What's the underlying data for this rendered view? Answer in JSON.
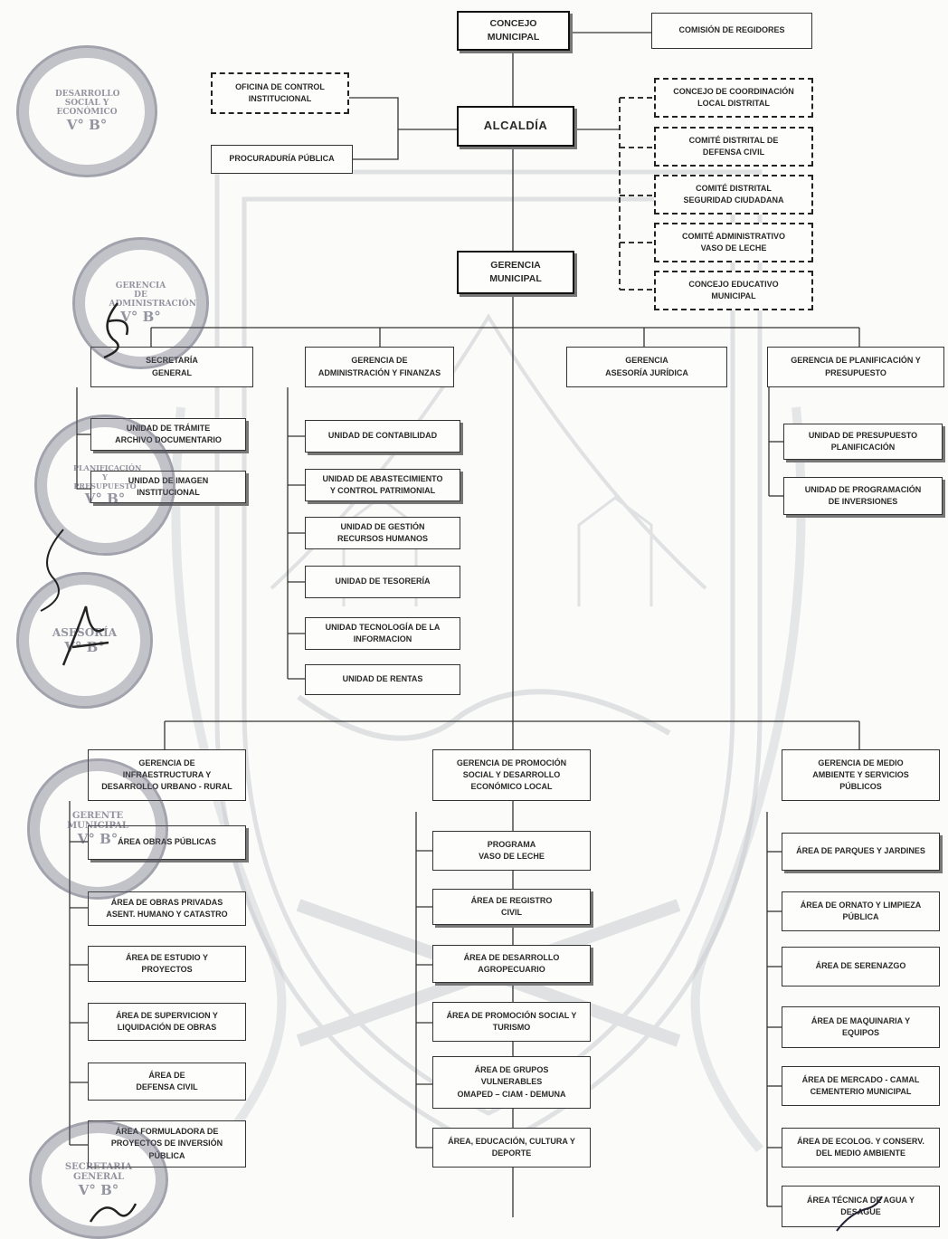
{
  "org": {
    "concejo": "CONCEJO\nMUNICIPAL",
    "comision": "COMISIÓN DE REGIDORES",
    "oficina_control": "OFICINA DE CONTROL\nINSTITUCIONAL",
    "procuraduria": "PROCURADURÍA PÚBLICA",
    "alcaldia": "ALCALDÍA",
    "gerencia_municipal": "GERENCIA\nMUNICIPAL",
    "right_committees": [
      "CONCEJO DE COORDINACIÓN\nLOCAL DISTRITAL",
      "COMITÉ DISTRITAL DE\nDEFENSA CIVIL",
      "COMITÉ DISTRITAL\nSEGURIDAD CIUDADANA",
      "COMITÉ ADMINISTRATIVO\nVASO DE LECHE",
      "CONCEJO EDUCATIVO\nMUNICIPAL"
    ],
    "secretaria": {
      "title": "SECRETARÍA\nGENERAL",
      "units": [
        "UNIDAD DE TRÁMITE\nARCHIVO DOCUMENTARIO",
        "UNIDAD DE IMAGEN\nINSTITUCIONAL"
      ]
    },
    "administracion": {
      "title": "GERENCIA DE\nADMINISTRACIÓN Y FINANZAS",
      "units": [
        "UNIDAD DE CONTABILIDAD",
        "UNIDAD DE ABASTECIMIENTO\nY CONTROL PATRIMONIAL",
        "UNIDAD DE GESTIÓN\nRECURSOS HUMANOS",
        "UNIDAD DE TESORERÍA",
        "UNIDAD TECNOLOGÍA DE LA\nINFORMACION",
        "UNIDAD DE RENTAS"
      ]
    },
    "asesoria": {
      "title": "GERENCIA\nASESORÍA JURÍDICA"
    },
    "planificacion": {
      "title": "GERENCIA DE PLANIFICACIÓN Y\nPRESUPUESTO",
      "units": [
        "UNIDAD DE PRESUPUESTO\nPLANIFICACIÓN",
        "UNIDAD DE PROGRAMACIÓN\nDE INVERSIONES"
      ]
    },
    "infraestructura": {
      "title": "GERENCIA DE\nINFRAESTRUCTURA Y\nDESARROLLO URBANO - RURAL",
      "units": [
        "ÁREA OBRAS PÚBLICAS",
        "ÁREA DE OBRAS PRIVADAS\nASENT. HUMANO Y CATASTRO",
        "ÁREA DE ESTUDIO Y\nPROYECTOS",
        "ÁREA DE SUPERVICION Y\nLIQUIDACIÓN DE OBRAS",
        "ÁREA DE\nDEFENSA CIVIL",
        "ÁREA FORMULADORA DE\nPROYECTOS DE INVERSIÓN\nPÚBLICA"
      ]
    },
    "promocion": {
      "title": "GERENCIA DE PROMOCIÓN\nSOCIAL Y DESARROLLO\nECONÓMICO LOCAL",
      "units": [
        "PROGRAMA\nVASO DE LECHE",
        "ÁREA DE REGISTRO\nCIVIL",
        "ÁREA DE DESARROLLO\nAGROPECUARIO",
        "ÁREA DE PROMOCIÓN SOCIAL Y\nTURISMO",
        "ÁREA DE GRUPOS\nVULNERABLES\nOMAPED – CIAM - DEMUNA",
        "ÁREA, EDUCACIÓN, CULTURA Y\nDEPORTE"
      ]
    },
    "medio_ambiente": {
      "title": "GERENCIA DE MEDIO\nAMBIENTE Y SERVICIOS\nPÚBLICOS",
      "units": [
        "ÁREA DE PARQUES Y JARDINES",
        "ÁREA DE ORNATO Y LIMPIEZA\nPÚBLICA",
        "ÁREA DE SERENAZGO",
        "ÁREA DE MAQUINARIA Y\nEQUIPOS",
        "ÁREA DE MERCADO - CAMAL\nCEMENTERIO MUNICIPAL",
        "ÁREA DE ECOLOG. Y CONSERV.\nDEL MEDIO AMBIENTE",
        "ÁREA TÉCNICA DE AGUA Y\nDESAGUE"
      ]
    }
  },
  "stamps": [
    {
      "name": "stamp-desarrollo-social",
      "text": "DESARROLLO SOCIAL Y ECONÓMICO",
      "vb": "V° B°"
    },
    {
      "name": "stamp-gerencia-administracion",
      "text": "GERENCIA DE ADMINISTRACIÓN",
      "vb": "V° B°"
    },
    {
      "name": "stamp-planificacion",
      "text": "PLANIFICACIÓN Y PRESUPUESTO",
      "vb": "V° B°"
    },
    {
      "name": "stamp-asesoria",
      "text": "ASESORÍA",
      "vb": "V° B°"
    },
    {
      "name": "stamp-gerente-municipal",
      "text": "GERENTE MUNICIPAL",
      "vb": "V° B°"
    },
    {
      "name": "stamp-secretaria-general",
      "text": "SECRETARIA GENERAL",
      "vb": "V° B°"
    }
  ],
  "colors": {
    "line": "#333333",
    "watermark": "#9aa0a6"
  }
}
